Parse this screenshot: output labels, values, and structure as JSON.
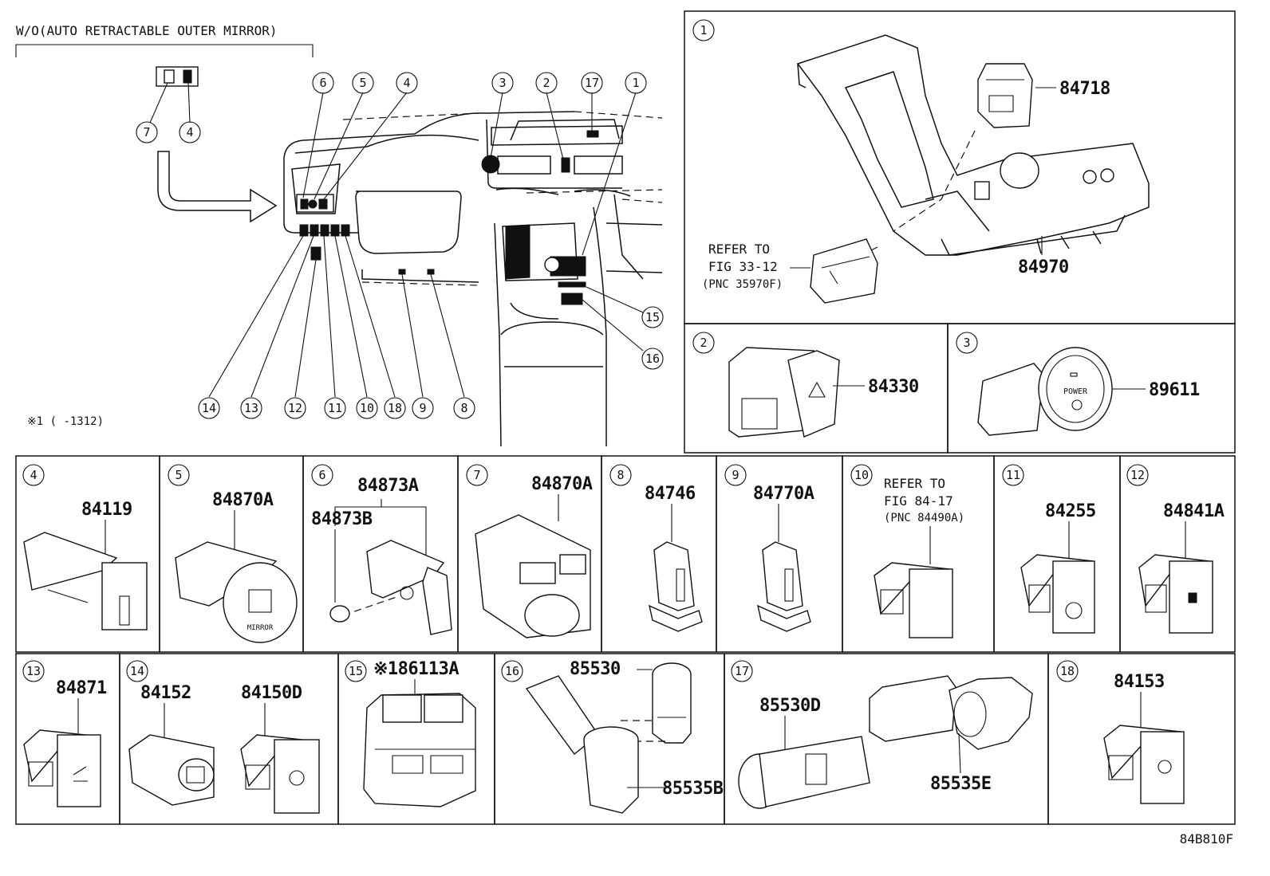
{
  "overview": {
    "header_note": "W/O(AUTO RETRACTABLE OUTER MIRROR)",
    "footnote": "※1 ( -1312)",
    "callouts": {
      "c6": "6",
      "c5": "5",
      "c4": "4",
      "c3": "3",
      "c2": "2",
      "c17": "17",
      "c1": "1",
      "inset7": "7",
      "inset4": "4",
      "c15": "15",
      "c16": "16",
      "c14": "14",
      "c13": "13",
      "c12": "12",
      "c11": "11",
      "c10": "10",
      "c18": "18",
      "c9": "9",
      "c8": "8"
    }
  },
  "panels": {
    "p1": {
      "index": "1",
      "parts": [
        "84718",
        "84970"
      ],
      "refer": [
        "REFER TO",
        "FIG 33-12",
        "(PNC 35970F)"
      ]
    },
    "p2": {
      "index": "2",
      "part": "84330"
    },
    "p3": {
      "index": "3",
      "part": "89611",
      "button_text": "POWER"
    },
    "p4": {
      "index": "4",
      "part": "84119"
    },
    "p5": {
      "index": "5",
      "part": "84870A",
      "button_text": "MIRROR"
    },
    "p6": {
      "index": "6",
      "parts": [
        "84873A",
        "84873B"
      ]
    },
    "p7": {
      "index": "7",
      "part": "84870A"
    },
    "p8": {
      "index": "8",
      "part": "84746"
    },
    "p9": {
      "index": "9",
      "part": "84770A"
    },
    "p10": {
      "index": "10",
      "refer": [
        "REFER TO",
        "FIG 84-17",
        "(PNC 84490A)"
      ]
    },
    "p11": {
      "index": "11",
      "part": "84255"
    },
    "p12": {
      "index": "12",
      "part": "84841A"
    },
    "p13": {
      "index": "13",
      "part": "84871"
    },
    "p14": {
      "index": "14",
      "parts": [
        "84152",
        "84150D"
      ]
    },
    "p15": {
      "index": "15",
      "part": "※186113A"
    },
    "p16": {
      "index": "16",
      "parts": [
        "85530",
        "85535B"
      ]
    },
    "p17": {
      "index": "17",
      "parts": [
        "85530D",
        "85535E"
      ]
    },
    "p18": {
      "index": "18",
      "part": "84153"
    }
  },
  "figure_code": "84B810F"
}
